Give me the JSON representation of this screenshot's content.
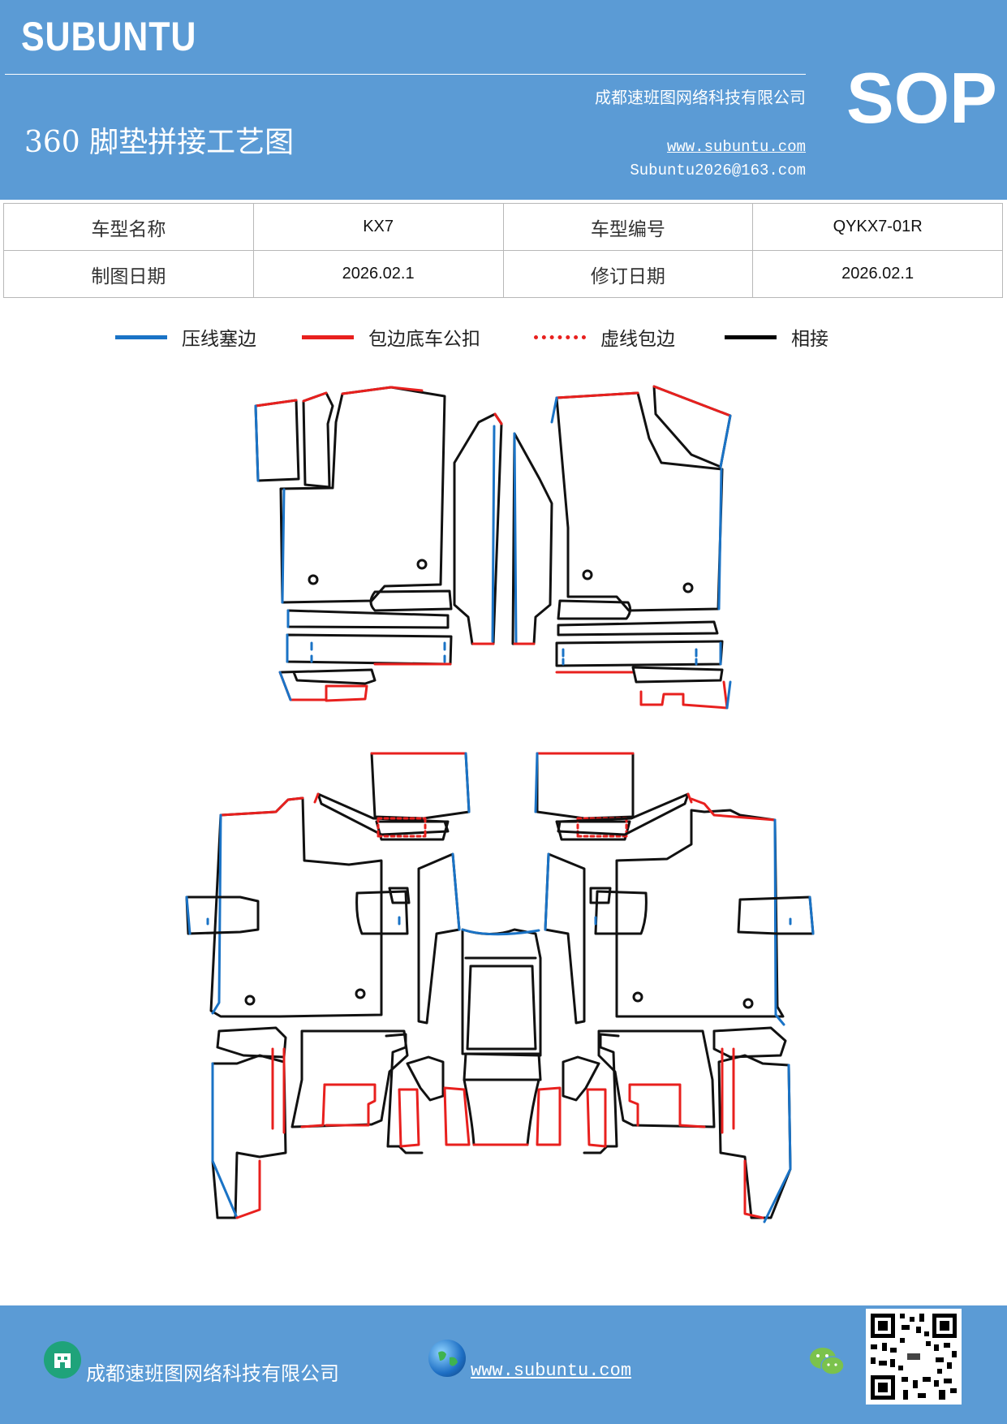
{
  "header": {
    "brand": "SUBUNTU",
    "company": "成都速班图网络科技有限公司",
    "title": "360 脚垫拼接工艺图",
    "website": "www.subuntu.com",
    "email": "Subuntu2026@163.com",
    "sop": "SOP"
  },
  "info": {
    "model_name_label": "车型名称",
    "model_name": "KX7",
    "model_code_label": "车型编号",
    "model_code": "QYKX7-01R",
    "drawing_date_label": "制图日期",
    "drawing_date": "2026.02.1",
    "revision_date_label": "修订日期",
    "revision_date": "2026.02.1"
  },
  "legend": [
    {
      "label": "压线塞边",
      "color": "#1a73c6",
      "style": "solid"
    },
    {
      "label": "包边底车公扣",
      "color": "#e8201e",
      "style": "solid"
    },
    {
      "label": "虚线包边",
      "color": "#e8201e",
      "style": "dotted"
    },
    {
      "label": "相接",
      "color": "#000000",
      "style": "solid"
    }
  ],
  "footer": {
    "company": "成都速班图网络科技有限公司",
    "website": "www.subuntu.com"
  },
  "colors": {
    "header_bg": "#5b9bd5",
    "blue_line": "#1a73c6",
    "red_line": "#e8201e",
    "black_line": "#111111"
  }
}
